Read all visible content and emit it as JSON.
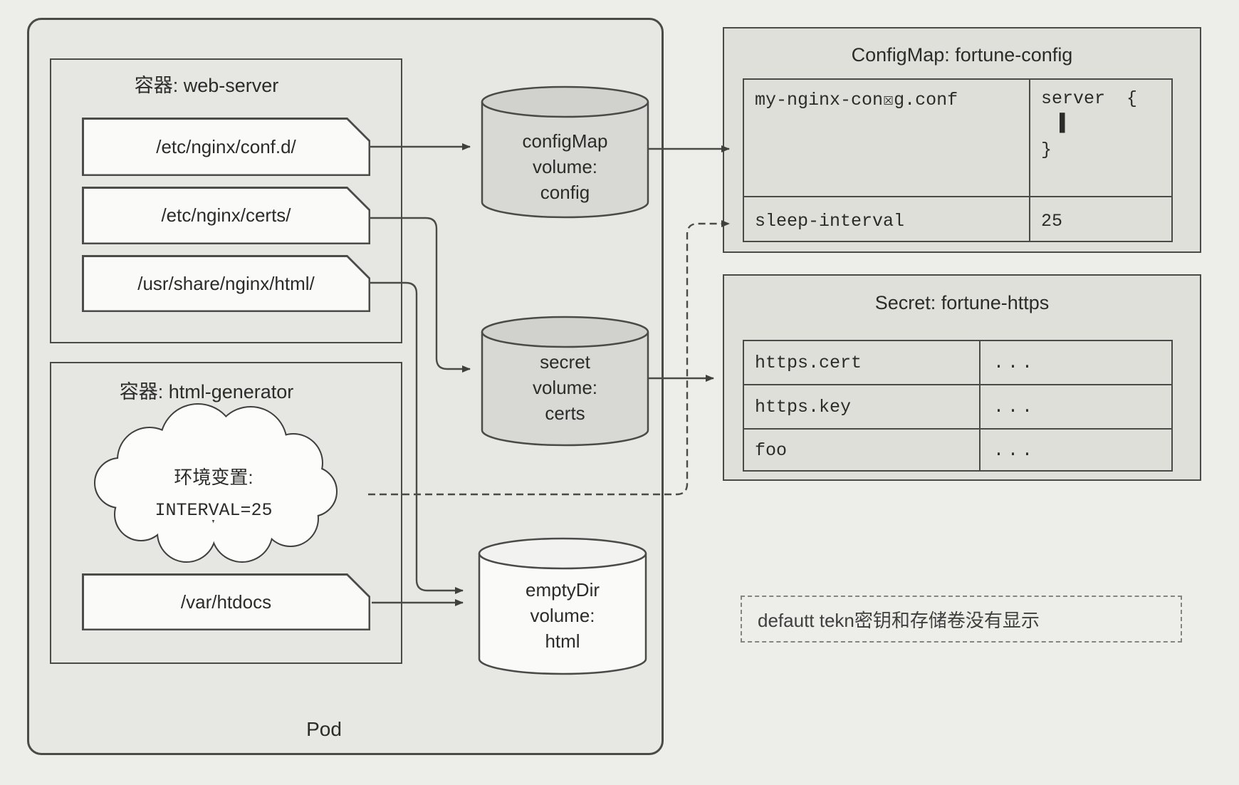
{
  "pod": {
    "label": "Pod",
    "web_server": {
      "title": "容器: web-server",
      "mounts": [
        "/etc/nginx/conf.d/",
        "/etc/nginx/certs/",
        "/usr/share/nginx/html/"
      ]
    },
    "html_generator": {
      "title": "容器: html-generator",
      "env_cloud": {
        "line1": "环境变置:",
        "line2": "INTERVAL=25"
      },
      "mounts": [
        "/var/htdocs"
      ]
    }
  },
  "volumes": [
    {
      "lines": [
        "configMap",
        "volume:",
        "config"
      ]
    },
    {
      "lines": [
        "secret",
        "volume:",
        "certs"
      ]
    },
    {
      "lines": [
        "emptyDir",
        "volume:",
        "html"
      ]
    }
  ],
  "configmap": {
    "title": "ConfigMap: fortune-config",
    "rows": [
      {
        "key": "my-nginx-con☒g.conf",
        "value_lines": [
          "server  {",
          "▌",
          "}"
        ]
      },
      {
        "key": "sleep-interval",
        "value": "25"
      }
    ]
  },
  "secret": {
    "title": "Secret: fortune-https",
    "rows": [
      [
        "https.cert",
        "..."
      ],
      [
        "https.key",
        "..."
      ],
      [
        "foo",
        "..."
      ]
    ]
  },
  "note": {
    "text": "defautt tekn密钥和存储卷没有显示"
  },
  "colors": {
    "page_bg": "#edeee9",
    "pod_fill": "#e7e7e3",
    "gray_cylinder": "#d8d8d4",
    "white_fill": "#fafaf8",
    "right_box_fill": "#e0e0db",
    "line": "#4a4a48"
  }
}
